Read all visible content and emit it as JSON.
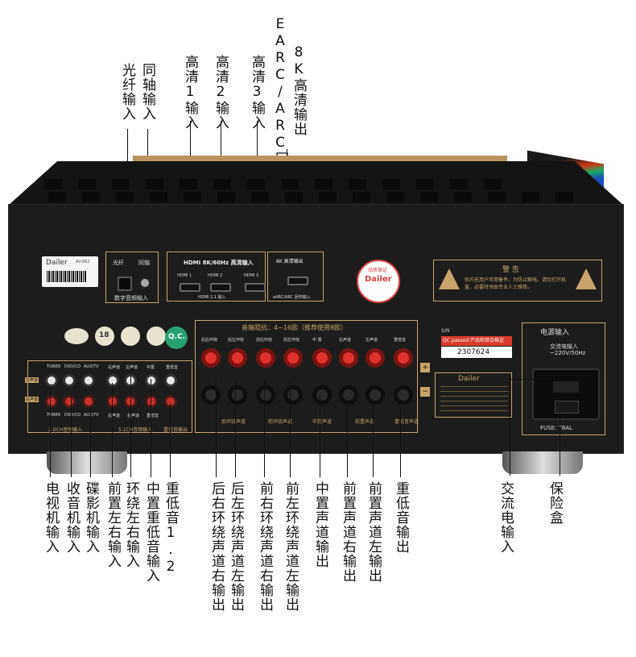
{
  "top_labels": [
    {
      "id": "optical",
      "text": "光纤输入"
    },
    {
      "id": "coaxial",
      "text": "同轴输入"
    },
    {
      "id": "hdmi1",
      "text": "高清1输入"
    },
    {
      "id": "hdmi2",
      "text": "高清2输入"
    },
    {
      "id": "hdmi3",
      "text": "高清3输入"
    },
    {
      "id": "earc_line1",
      "text": "8K高清输出"
    },
    {
      "id": "earc_line2",
      "text": "EARC/ARC回传输入"
    }
  ],
  "bottom_labels": [
    {
      "id": "tv",
      "text": "电视机输入"
    },
    {
      "id": "radio",
      "text": "收音机输入"
    },
    {
      "id": "dvd",
      "text": "碟影机输入"
    },
    {
      "id": "front_lr",
      "text": "前置左右输入"
    },
    {
      "id": "surround_lr",
      "text": "环绕左右输入"
    },
    {
      "id": "center_sub",
      "text": "中置重低音输入"
    },
    {
      "id": "sub12",
      "text": "重低音1.2"
    },
    {
      "id": "rear_r",
      "text": "后右环绕声道右输出"
    },
    {
      "id": "rear_l",
      "text": "后左环绕声道左输出"
    },
    {
      "id": "front_sr",
      "text": "前右环绕声道右输出"
    },
    {
      "id": "front_sl",
      "text": "前左环绕声道左输出"
    },
    {
      "id": "center_out",
      "text": "中置声道输出"
    },
    {
      "id": "front_r",
      "text": "前置声道右输出"
    },
    {
      "id": "front_l",
      "text": "前置声道左输出"
    },
    {
      "id": "sub_out",
      "text": "重低音输出"
    },
    {
      "id": "ac_in",
      "text": "交流电输入"
    },
    {
      "id": "fuse",
      "text": "保险盒"
    }
  ],
  "panel": {
    "brand": "Dailer",
    "model": "AV-862",
    "digital_in": "数字音频输入",
    "optical": "光纤",
    "coaxial": "同轴",
    "hdmi_title": "HDMI 8K/60Hz 高清输入",
    "hdmi1": "HDMI 1",
    "hdmi2": "HDMI 2",
    "hdmi3": "HDMI 3",
    "hdmi_sub": "HDMI 2.1 输入",
    "out8k": "8K 高清输出",
    "earc_label": "eARC/ARC 回传输入",
    "qc": "Q.C.",
    "speaker_title": "音箱阻抗：4~16欧（推荐使用8欧）",
    "speaker_groups": [
      "后环绕声道",
      "前环绕声道",
      "中置声道",
      "前置声道",
      "重低音声道"
    ],
    "speaker_tops": [
      "后右环绕",
      "后左环绕",
      "前右环绕",
      "前左环绕",
      "中 置",
      "右声道",
      "左声道",
      "重低音"
    ],
    "rca_tops": [
      "TUNER",
      "DVD/CD",
      "AUX/TV",
      "右声道",
      "左声道",
      "中置",
      "重低音"
    ],
    "rca_bottoms": [
      "TUNER",
      "DVD/CD",
      "AUX/TV",
      "右声道",
      "右声道",
      "重低音"
    ],
    "rca_row_l": "左声道",
    "rca_row_r": "右声道",
    "rca_group1": "2.0CH音频输入",
    "rca_group2": "5.1CH音频输入",
    "rca_group3": "重低音输出",
    "plus": "+",
    "minus": "−",
    "warning_title": "警 告",
    "warning_text": "机内无用户可用备件。为防止触电，请勿打开机盖，必要时须由专业人士维修。",
    "sn": "S/N",
    "qc_pass": "QC passed 产品检验合格证",
    "serial": "2307624",
    "power_title": "电源输入",
    "ac_spec_1": "交流电输入",
    "ac_spec_2": "~220V/50Hz",
    "fuse_spec": "FUSE: T8AL",
    "seal": "Dailer",
    "seal_sub": "品质保证",
    "badge18": "18"
  },
  "colors": {
    "chassis": "#1a1a1a",
    "gold": "#c9a46a",
    "red": "#e0322c",
    "teal": "#1aa8a0"
  }
}
